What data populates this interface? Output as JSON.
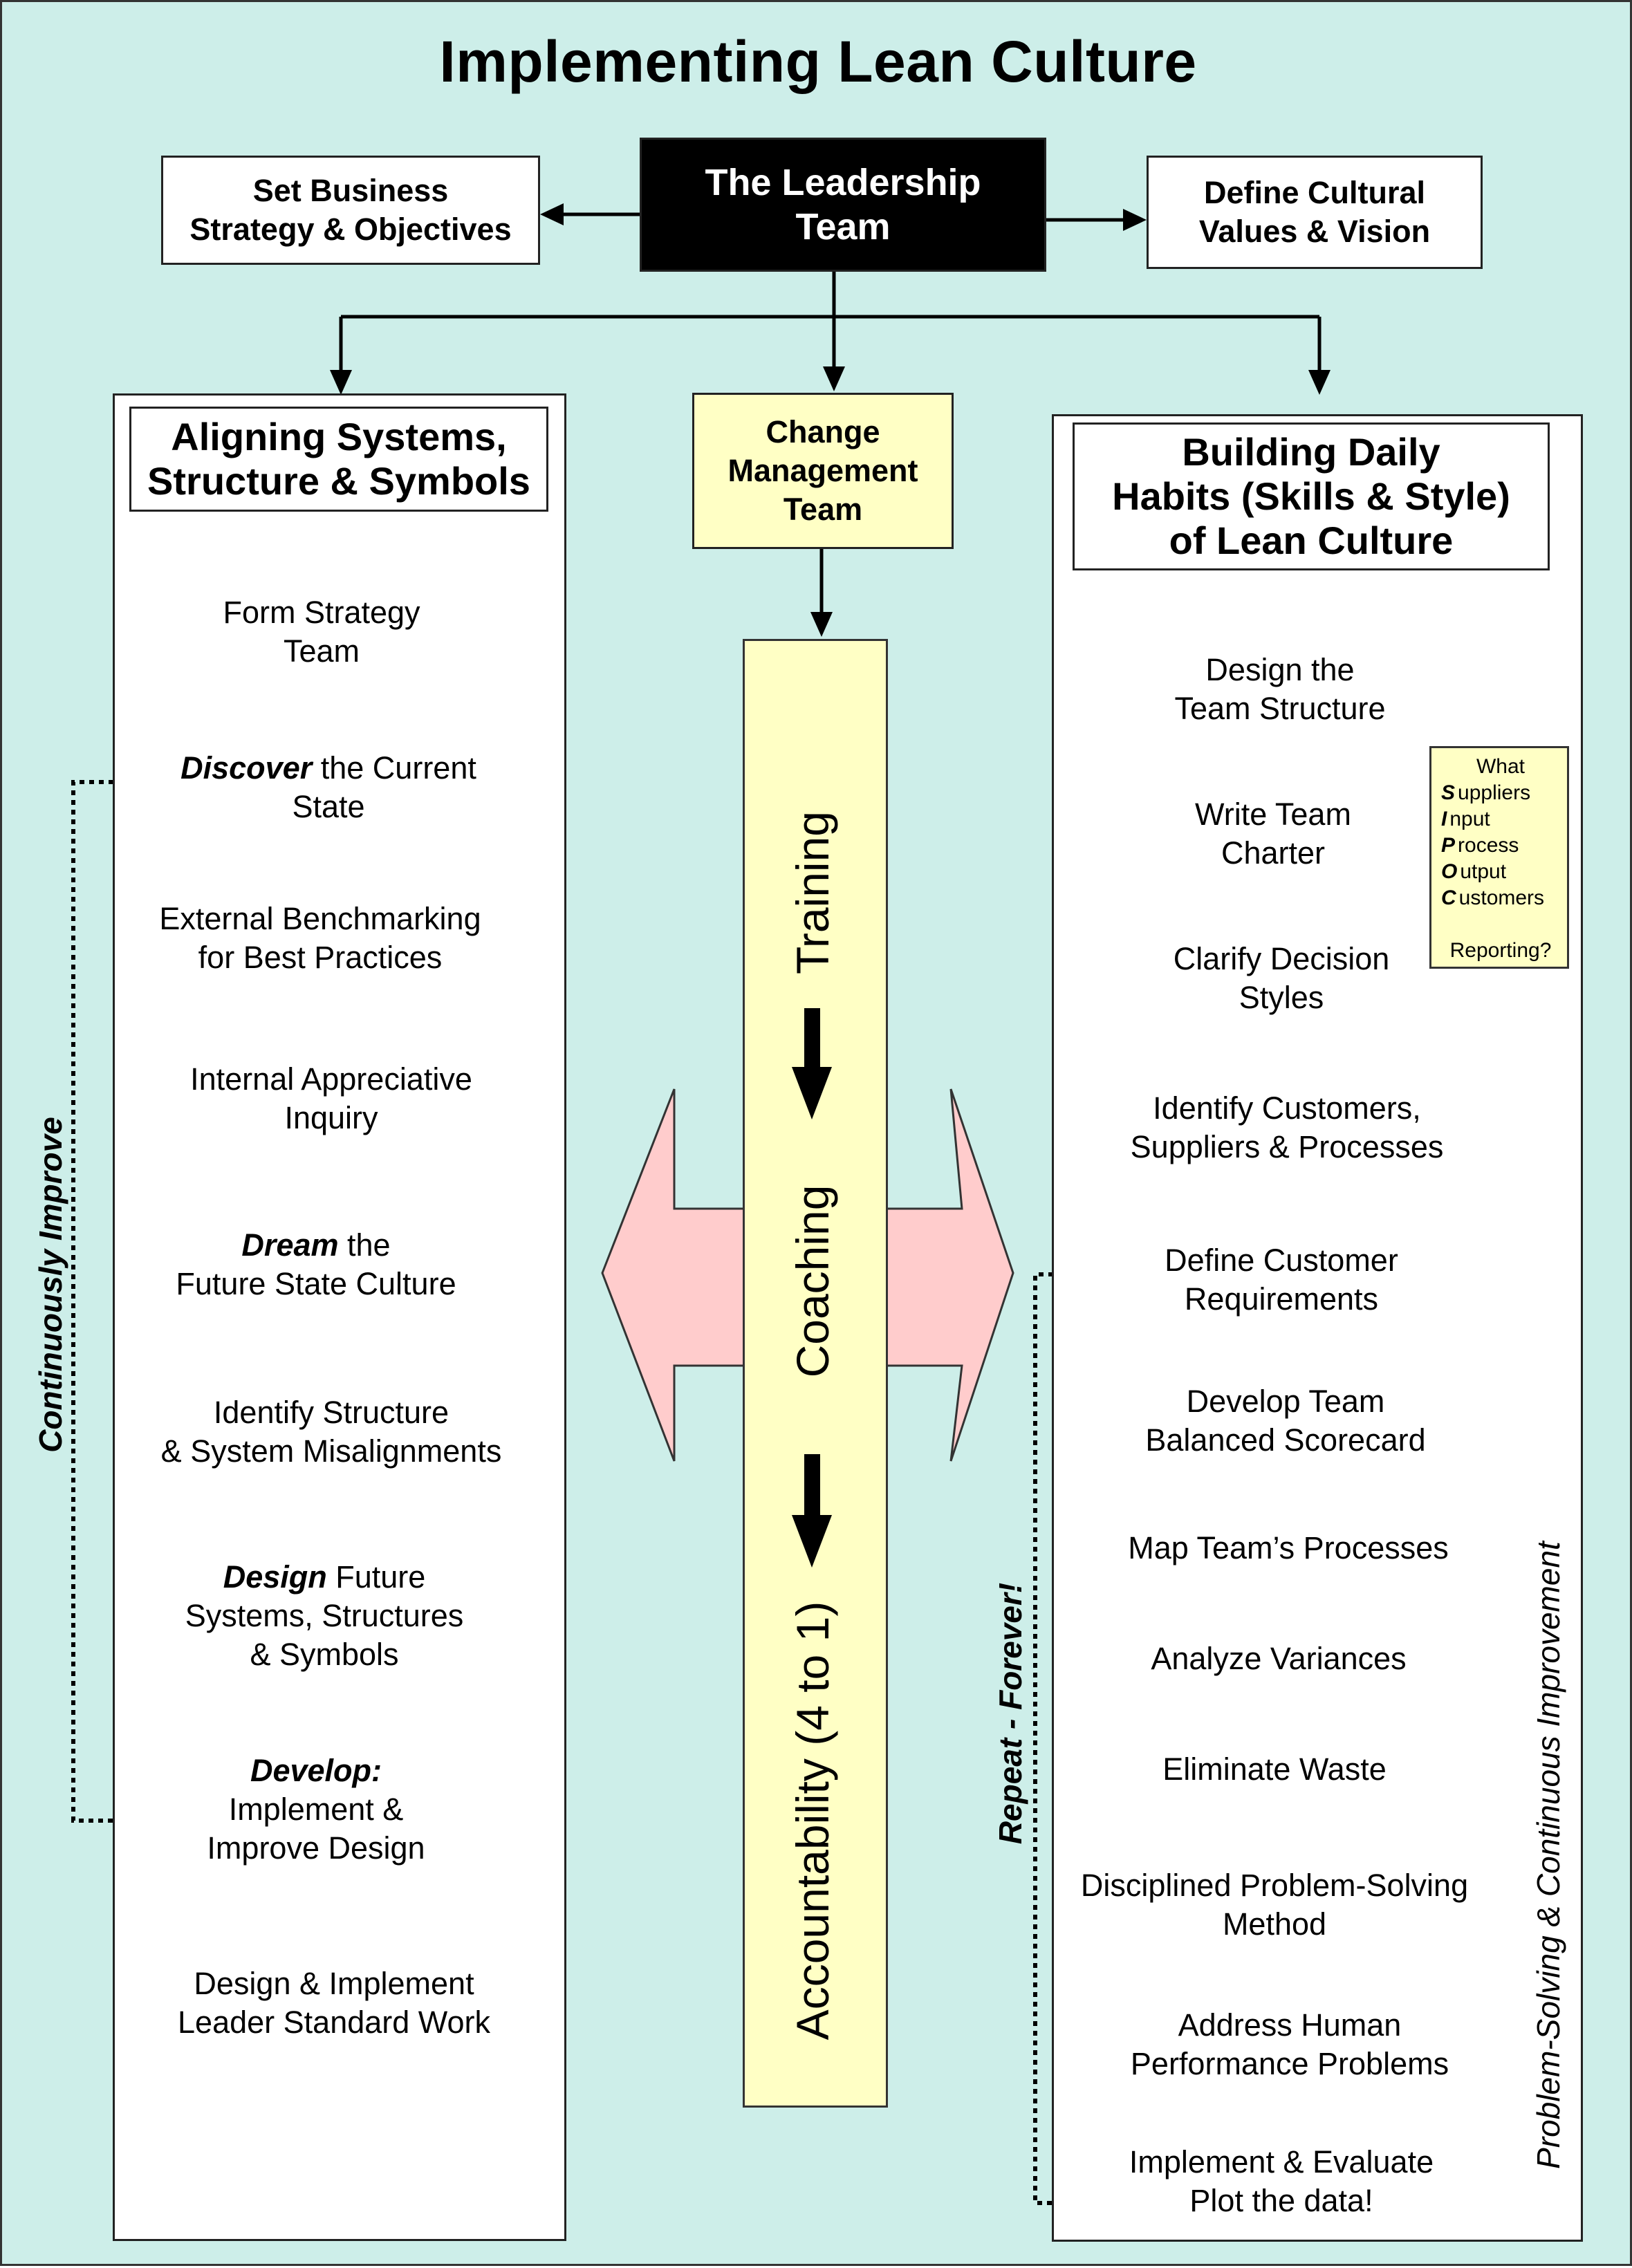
{
  "title": "Implementing Lean Culture",
  "top": {
    "leadership": [
      "The Leadership",
      "Team"
    ],
    "strategy": [
      "Set Business",
      "Strategy & Objectives"
    ],
    "values": [
      "Define Cultural",
      "Values & Vision"
    ],
    "change_mgmt": [
      "Change",
      "Management",
      "Team"
    ]
  },
  "left": {
    "heading": [
      "Aligning Systems,",
      "Structure & Symbols"
    ],
    "loop_label": "Continuously Improve",
    "steps": {
      "s1": [
        "Form Strategy",
        "Team"
      ],
      "s2_em": "Discover",
      "s2": [
        " the Current",
        "State"
      ],
      "s3": [
        "External Benchmarking",
        "for Best Practices"
      ],
      "s4": [
        "Internal Appreciative",
        "Inquiry"
      ],
      "s5_em": "Dream",
      "s5": [
        " the",
        "Future State Culture"
      ],
      "s6": [
        "Identify Structure",
        "& System Misalignments"
      ],
      "s7_em": "Design",
      "s7": [
        " Future",
        "Systems,  Structures",
        "& Symbols"
      ],
      "s8_em": "Develop:",
      "s8": [
        "Implement &",
        "Improve Design"
      ],
      "s9": [
        "Design & Implement",
        "Leader Standard Work"
      ]
    }
  },
  "center": {
    "training": "Training",
    "coaching": "Coaching",
    "accountability": "Accountability (4 to 1)"
  },
  "right": {
    "heading": [
      "Building Daily",
      "Habits (Skills & Style)",
      "of Lean Culture"
    ],
    "steps": {
      "r1": [
        "Design the",
        "Team Structure"
      ],
      "r2": [
        "Write Team",
        "Charter"
      ],
      "r3": [
        "Clarify Decision",
        "Styles"
      ],
      "r4": [
        "Identify Customers,",
        "Suppliers & Processes"
      ],
      "r5": [
        "Define Customer",
        "Requirements"
      ],
      "r6": [
        "Develop Team",
        "Balanced Scorecard"
      ],
      "r7": "Map Team’s Processes",
      "r8": "Analyze Variances",
      "r9": "Eliminate Waste",
      "r10": [
        "Disciplined Problem-Solving",
        "Method"
      ],
      "r11": [
        "Address Human",
        "Performance Problems"
      ],
      "r12": [
        "Implement & Evaluate",
        "Plot the data!"
      ]
    },
    "sipoc": {
      "header": "What",
      "rows": [
        {
          "letter": "S",
          "rest": "uppliers"
        },
        {
          "letter": "I",
          "rest": "nput"
        },
        {
          "letter": "P",
          "rest": "rocess"
        },
        {
          "letter": "O",
          "rest": "utput"
        },
        {
          "letter": "C",
          "rest": "ustomers"
        }
      ],
      "footer": "Reporting?"
    },
    "repeat_label": "Repeat - Forever!",
    "cycle_label": "Problem-Solving & Continuous Improvement"
  },
  "colors": {
    "background": "#cdeee9",
    "yellow": "#ffffc5",
    "pink": "#ffcccc",
    "gray_arrow": "#8c8c8c"
  }
}
